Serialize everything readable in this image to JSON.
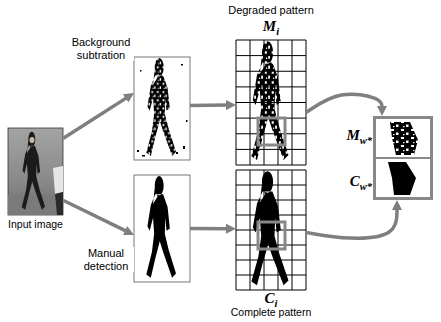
{
  "diagram": {
    "nodes": [
      {
        "text": [
          "Input image"
        ]
      },
      {
        "text": []
      },
      {
        "text": [
          "Degraded pattern",
          "Mi"
        ]
      },
      {
        "text": []
      },
      {
        "text": [
          "Ci",
          "Complete pattern"
        ]
      },
      {
        "text": [
          "Mw*",
          "Cw*"
        ]
      }
    ],
    "edges": [
      {
        "from": 0,
        "to": 1,
        "arrow": "to",
        "label": "Background subtration"
      },
      {
        "from": 0,
        "to": 3,
        "arrow": "to",
        "label": "Manual detection"
      },
      {
        "from": 1,
        "to": 2,
        "arrow": "to"
      },
      {
        "from": 3,
        "to": 4,
        "arrow": "to"
      },
      {
        "from": 2,
        "to": 5,
        "arrow": "to"
      },
      {
        "from": 4,
        "to": 5,
        "arrow": "to"
      }
    ]
  }
}
